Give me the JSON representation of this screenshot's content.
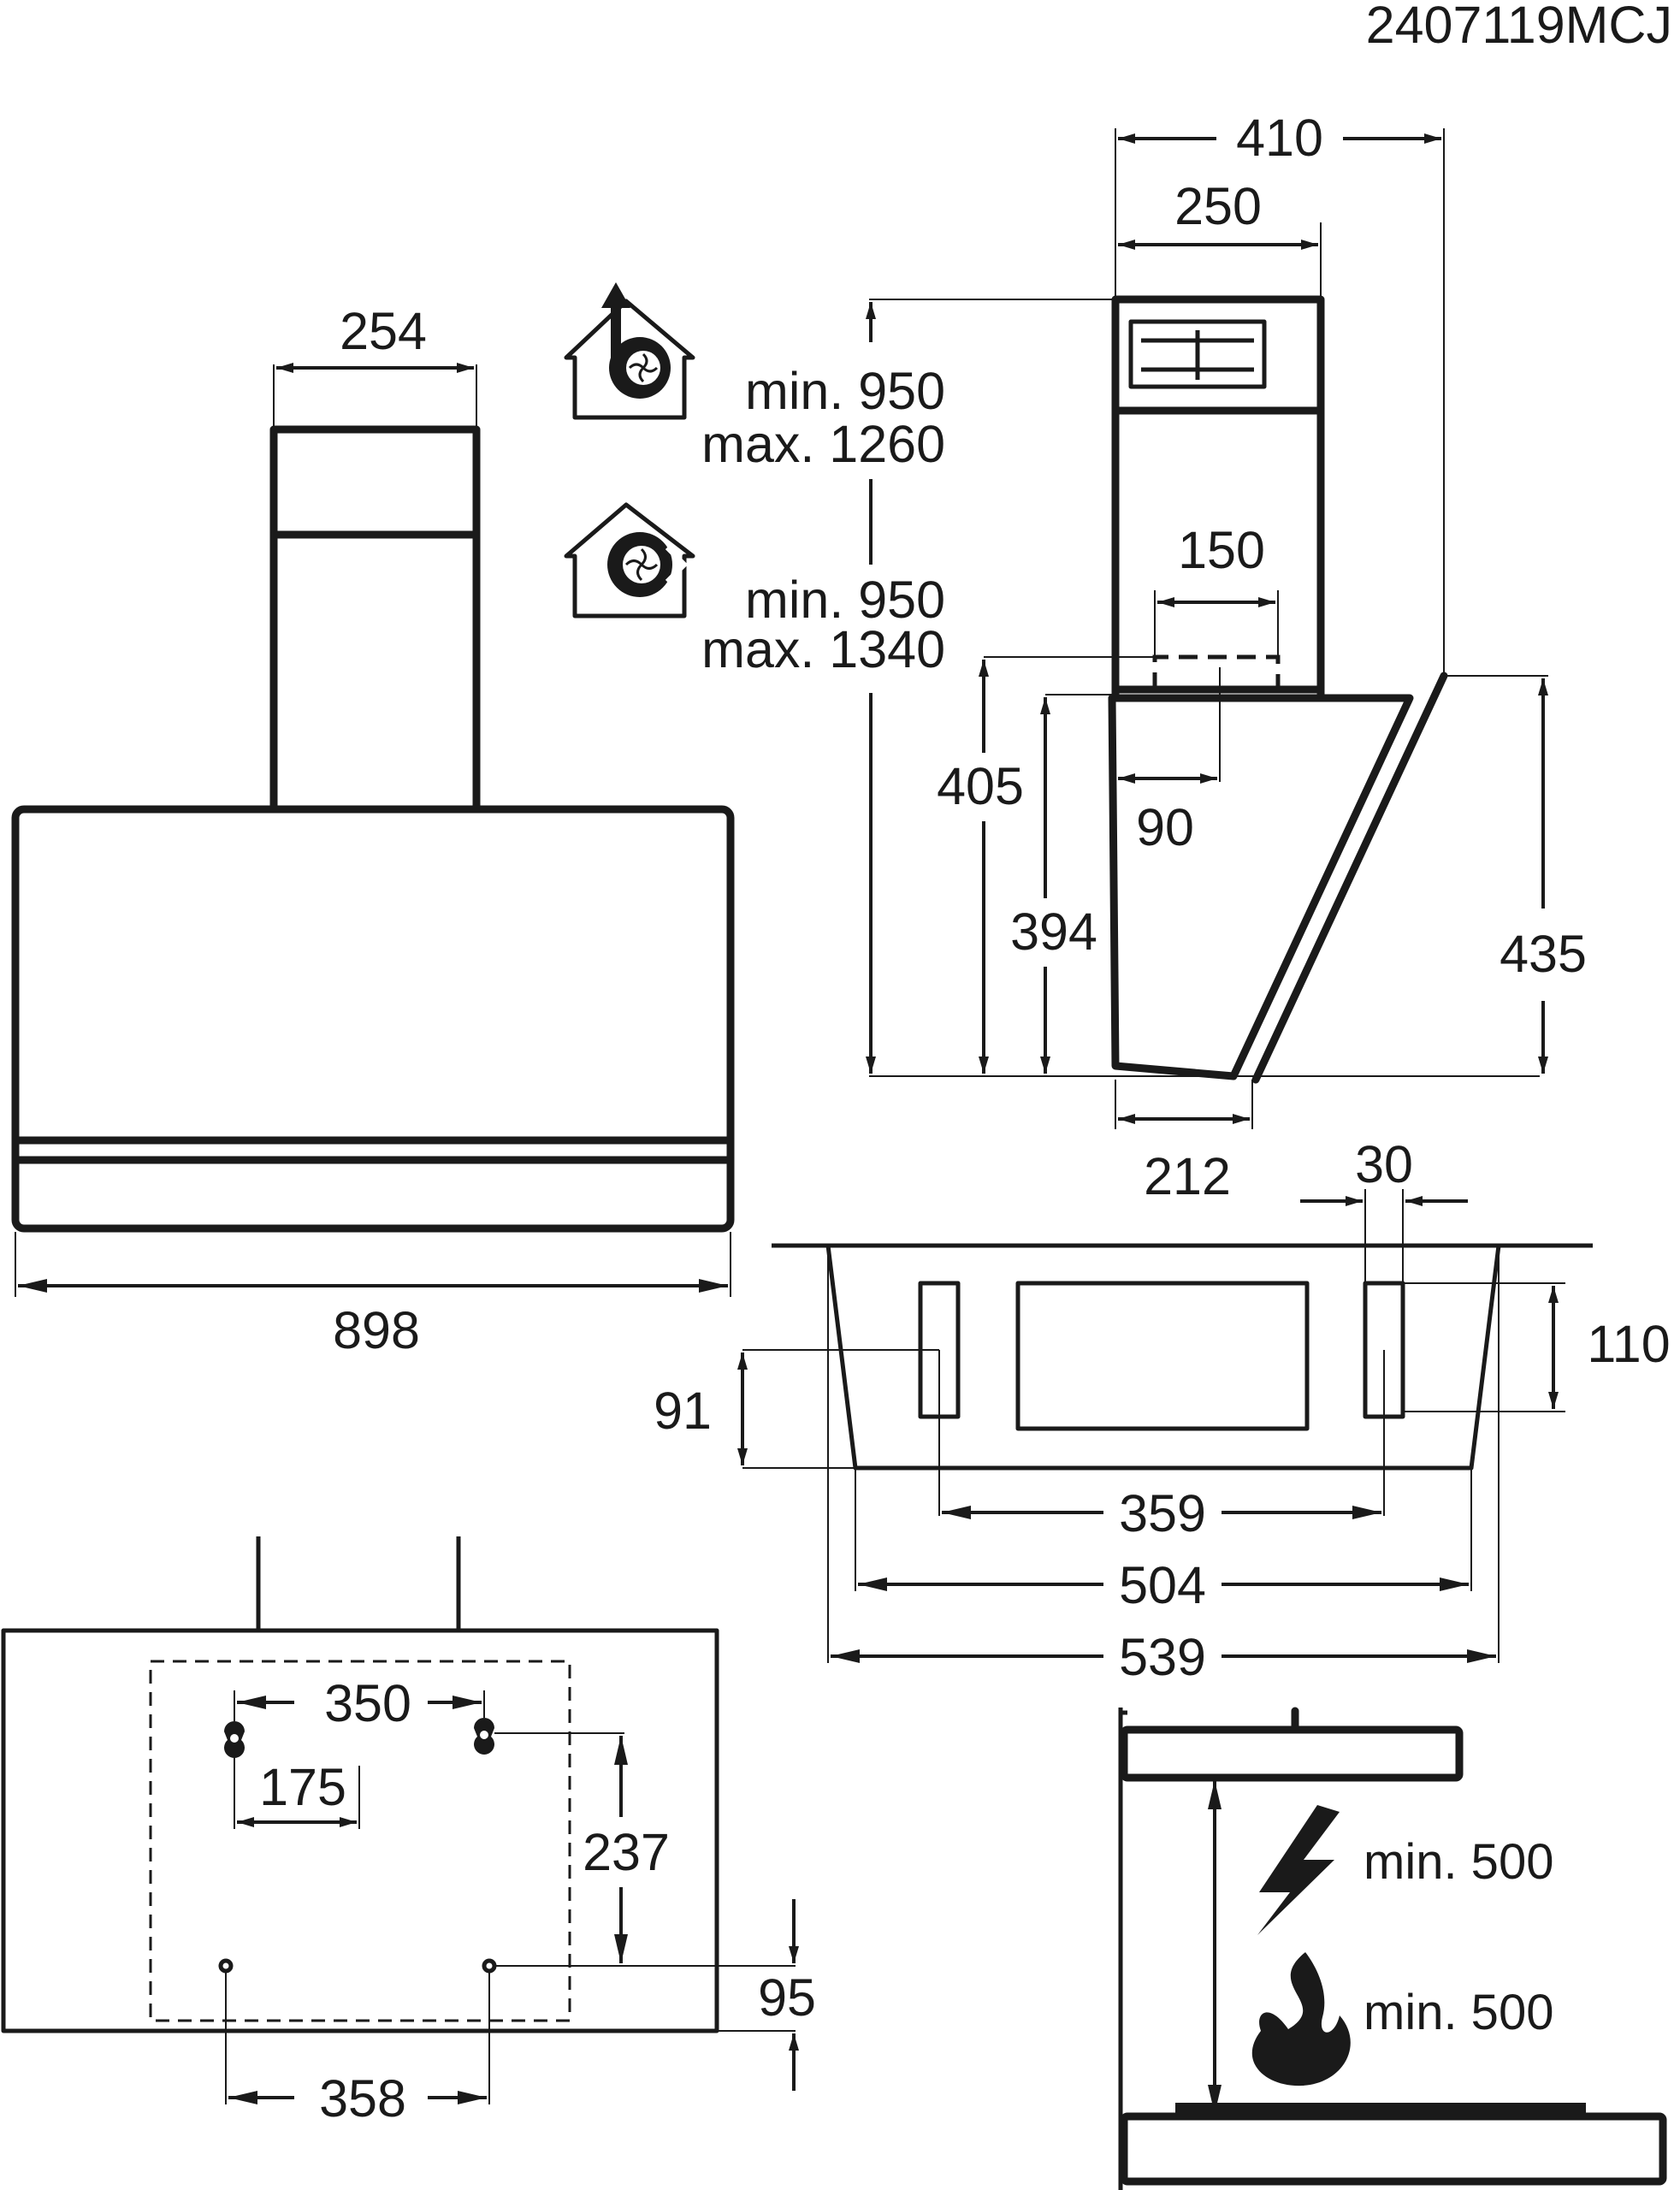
{
  "code": "2407119MCJ",
  "front": {
    "chimney_width": "254",
    "total_width": "898"
  },
  "install": {
    "extraction": {
      "min": "min. 950",
      "max": "max. 1260",
      "icon": "extraction-house-icon"
    },
    "recirculation": {
      "min": "min. 950",
      "max": "max. 1340",
      "icon": "recirculation-house-icon"
    }
  },
  "side": {
    "width_total": "410",
    "width_chimney": "250",
    "outlet_width": "150",
    "outlet_offset": "90",
    "height_405": "405",
    "height_394": "394",
    "height_435": "435",
    "bottom_depth": "212"
  },
  "top": {
    "offset_30": "30",
    "height_110": "110",
    "height_91": "91",
    "width_359": "359",
    "width_504": "504",
    "width_539": "539"
  },
  "back": {
    "hook_spacing": "350",
    "half_spacing": "175",
    "vertical_237": "237",
    "bottom_spacing": "358",
    "offset_95": "95"
  },
  "clearance": {
    "electric": "min. 500",
    "gas": "min. 500",
    "icons": [
      "lightning-icon",
      "flame-icon"
    ]
  }
}
